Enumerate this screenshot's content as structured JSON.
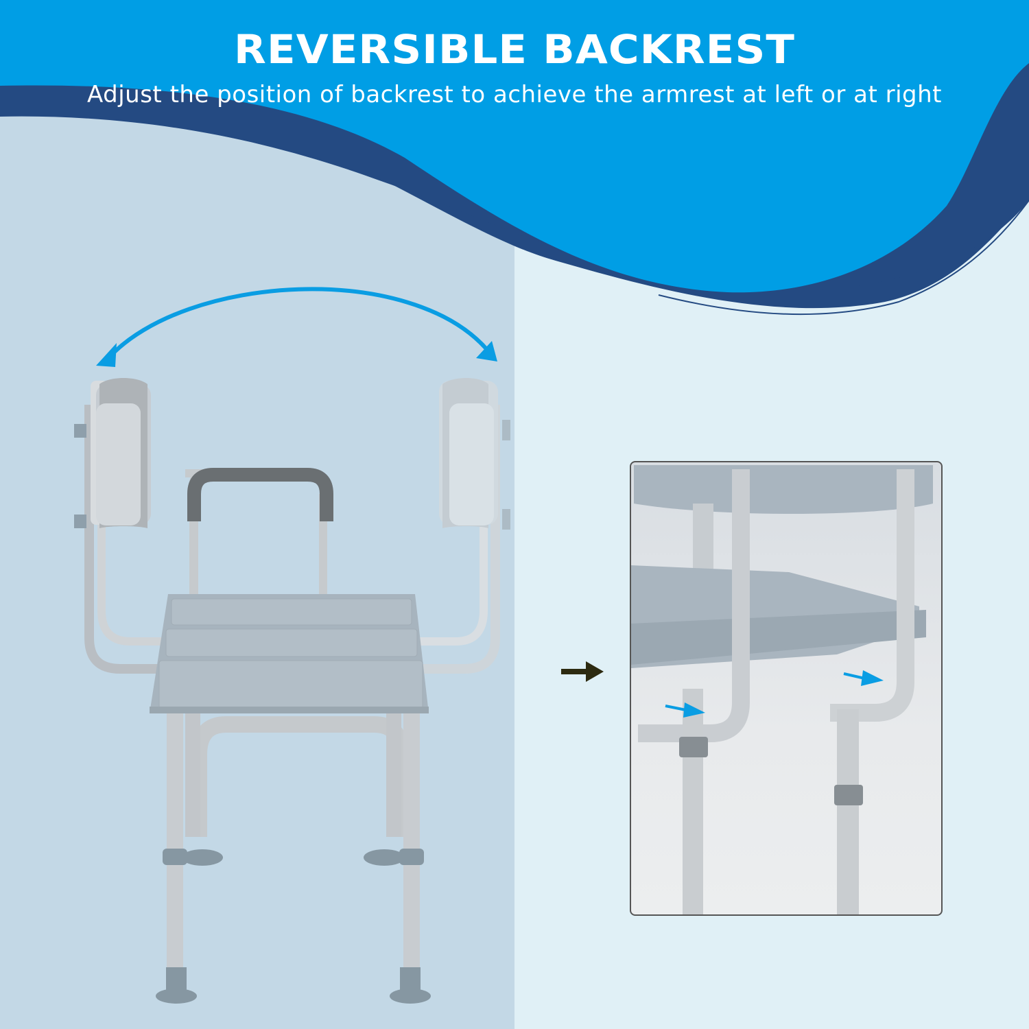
{
  "header": {
    "title": "REVERSIBLE BACKREST",
    "subtitle": "Adjust the position of backrest to achieve the armrest at left or at right"
  },
  "colors": {
    "header_blue": "#009ee5",
    "wave_navy": "#244a82",
    "left_panel_bg": "#c3d8e6",
    "right_panel_bg": "#e0f0f6",
    "arrow_blue": "#0a9de3",
    "pointer_arrow": "#2d2a10",
    "seat_gray": "#a7b4be",
    "armrest_pad": "#6a6f72",
    "foot_cap": "#8697a2"
  },
  "illustration": {
    "main_image": "shower-transfer-bench-with-two-backrest-positions",
    "swap_arrow": "double-headed-curved-arrow",
    "detail_callout": "closeup-of-backrest-frame-slide-in-connection",
    "detail_arrows": 2
  }
}
